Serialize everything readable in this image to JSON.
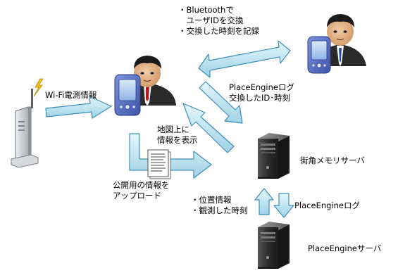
{
  "labels": {
    "bluetooth": [
      "・Bluetoothで",
      "　ユーザIDを交換",
      "・交換した時刻を記録"
    ],
    "wifi": "Wi-Fi電測情報",
    "placeengine_log_exchange": [
      "PlaceEngineログ",
      "交換したID･時刻"
    ],
    "map_display": [
      "地図上に",
      "情報を表示"
    ],
    "street_memory_server": "街角メモリサーバ",
    "upload_public": [
      "公開用の情報を",
      "アップロード"
    ],
    "location_time": [
      "・位置情報",
      "・観測した時刻"
    ],
    "placeengine_log": "PlaceEngineログ",
    "placeengine_server": "PlaceEngineサーバ"
  },
  "colors": {
    "arrow_fill": "#bfe6f2",
    "arrow_stroke": "#3d8fb8",
    "suit": "#2a2a2a",
    "tie": "#c0141c",
    "skin": "#e3b48a",
    "hair": "#1a1a1a",
    "phone_body": "#5a72c8",
    "phone_screen": "#a9c8ee",
    "server_body": "#3a3a3a",
    "router_body": "#c8cbd0",
    "lightning": "#f3c31a"
  },
  "icons": [
    "person-icon",
    "phone-icon",
    "router-icon",
    "lightning-icon",
    "server-icon",
    "document-icon"
  ]
}
